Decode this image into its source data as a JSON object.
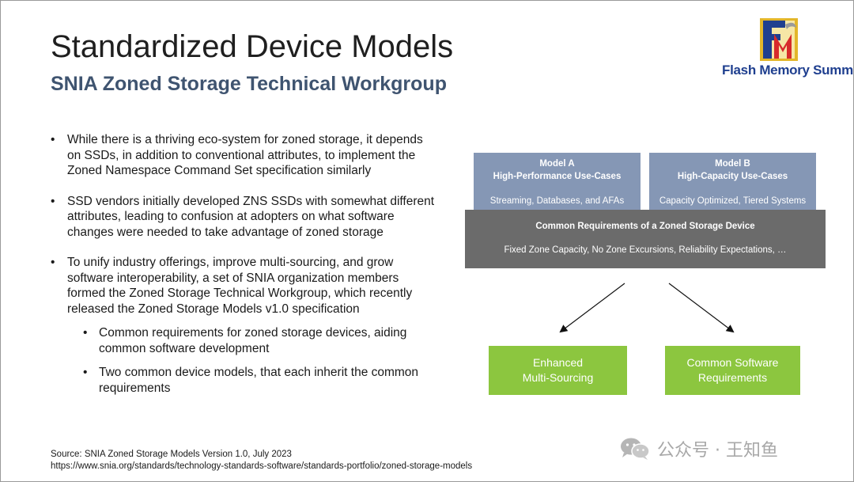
{
  "slide": {
    "title": "Standardized Device Models",
    "subtitle": "SNIA Zoned Storage Technical Workgroup"
  },
  "logo": {
    "name": "Flash Memory Summit",
    "mark_letters": "FMS",
    "colors": {
      "red": "#d72b2b",
      "blue": "#1f3f8f",
      "gold": "#e3b62a"
    }
  },
  "bullets": [
    {
      "level": 1,
      "lines": [
        "While there is a thriving eco-system for zoned storage, it depends",
        "on SSDs, in addition to conventional attributes, to implement the",
        "Zoned Namespace Command Set specification similarly"
      ]
    },
    {
      "level": 1,
      "lines": [
        "SSD vendors initially developed ZNS SSDs with somewhat different",
        "attributes, leading to confusion at adopters on what software",
        "changes were needed to take advantage of zoned storage"
      ]
    },
    {
      "level": 1,
      "lines": [
        "To unify industry offerings, improve multi-sourcing, and grow",
        "software interoperability, a set of SNIA organization members",
        "formed the Zoned Storage Technical Workgroup, which recently",
        "released the Zoned Storage Models v1.0 specification"
      ]
    },
    {
      "level": 2,
      "lines": [
        "Common requirements for zoned storage devices, aiding",
        "common software development"
      ]
    },
    {
      "level": 2,
      "lines": [
        "Two common device models, that each inherit the common",
        "requirements"
      ]
    }
  ],
  "diagram": {
    "model_a": {
      "name": "Model A",
      "subtitle": "High-Performance Use-Cases",
      "desc": "Streaming, Databases, and AFAs"
    },
    "model_b": {
      "name": "Model B",
      "subtitle": "High-Capacity Use-Cases",
      "desc": "Capacity Optimized, Tiered Systems"
    },
    "common": {
      "title": "Common Requirements of a Zoned Storage Device",
      "desc": "Fixed Zone Capacity, No Zone Excursions, Reliability Expectations, …"
    },
    "outcome_left": [
      "Enhanced",
      "Multi-Sourcing"
    ],
    "outcome_right": [
      "Common Software",
      "Requirements"
    ],
    "colors": {
      "model": "#8597b5",
      "common": "#6b6b6b",
      "outcome": "#8cc63f"
    }
  },
  "source": {
    "line1": "Source: SNIA Zoned Storage Models Version 1.0, July 2023",
    "line2": "https://www.snia.org/standards/technology-standards-software/standards-portfolio/zoned-storage-models"
  },
  "watermark": {
    "text": "公众号 · 王知鱼",
    "icon": "wechat-icon"
  }
}
